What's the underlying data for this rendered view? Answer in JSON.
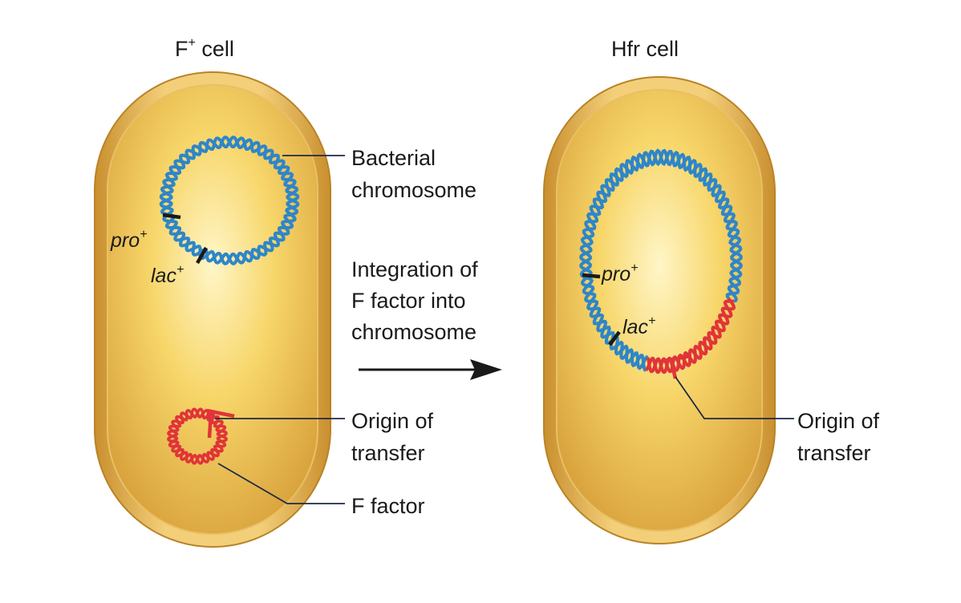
{
  "left_cell": {
    "title": "F",
    "title_sup": "+",
    "title_rest": " cell",
    "gene_pro": "pro",
    "gene_pro_sup": "+",
    "gene_lac": "lac",
    "gene_lac_sup": "+"
  },
  "right_cell": {
    "title": "Hfr cell",
    "gene_pro": "pro",
    "gene_pro_sup": "+",
    "gene_lac": "lac",
    "gene_lac_sup": "+"
  },
  "labels": {
    "bacterial_chromosome": [
      "Bacterial",
      "chromosome"
    ],
    "integration": [
      "Integration of",
      "F factor into",
      "chromosome"
    ],
    "origin_left": [
      "Origin of",
      "transfer"
    ],
    "f_factor": "F factor",
    "origin_right": [
      "Origin of",
      "transfer"
    ]
  },
  "colors": {
    "chromosome_dna": "#2e86c8",
    "f_factor_dna": "#e0343a",
    "cell_wall": "#e3b24d",
    "cytoplasm": "#f6d15a",
    "marker": "#1a1a1a"
  }
}
